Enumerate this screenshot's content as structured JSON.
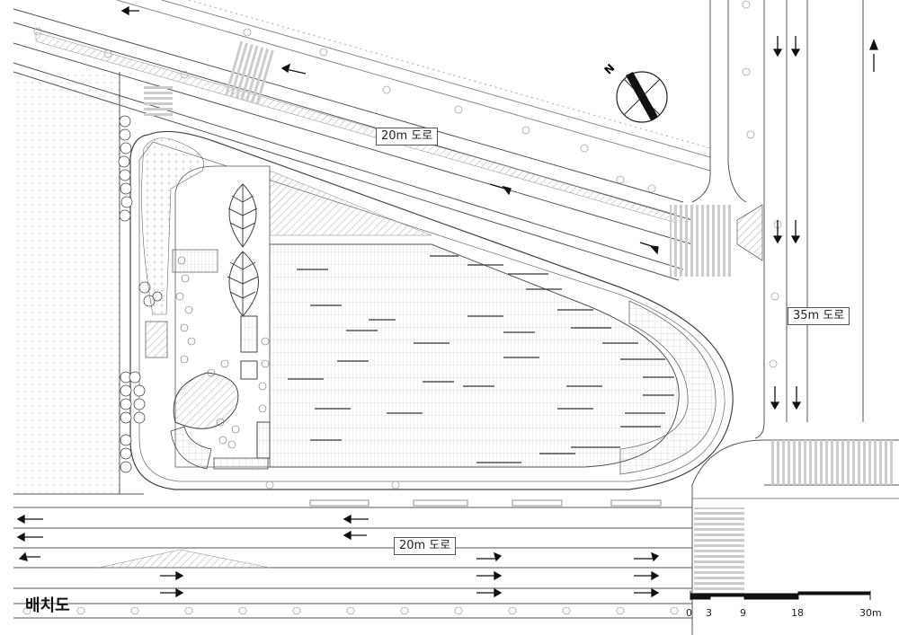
{
  "title": "배치도",
  "road_labels": {
    "north": "20m 도로",
    "east": "35m 도로",
    "south": "20m 도로"
  },
  "north_arrow": "N",
  "scale_bar": {
    "ticks": [
      "0",
      "3",
      "9",
      "18",
      "30m"
    ]
  },
  "colors": {
    "line": "#444444",
    "background": "#ffffff"
  }
}
